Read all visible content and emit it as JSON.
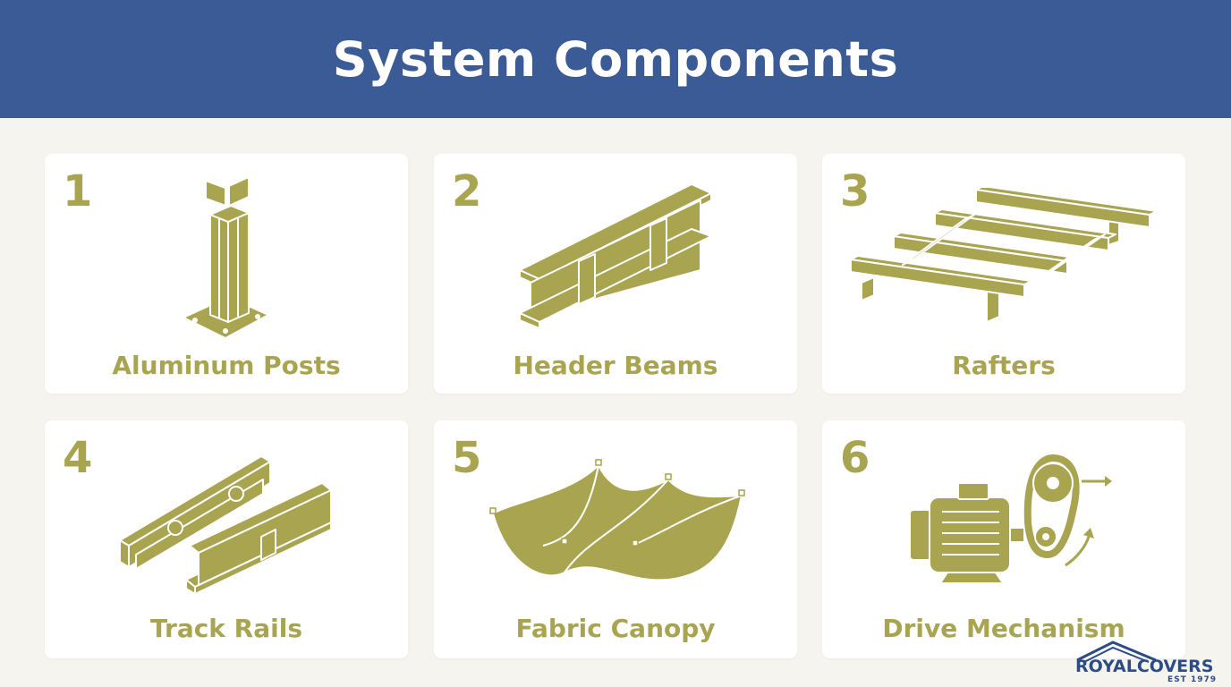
{
  "header": {
    "title": "System Components"
  },
  "components": [
    {
      "number": "1",
      "label": "Aluminum Posts",
      "icon": "aluminum-post-icon"
    },
    {
      "number": "2",
      "label": "Header Beams",
      "icon": "header-beam-icon"
    },
    {
      "number": "3",
      "label": "Rafters",
      "icon": "rafters-icon"
    },
    {
      "number": "4",
      "label": "Track Rails",
      "icon": "track-rails-icon"
    },
    {
      "number": "5",
      "label": "Fabric Canopy",
      "icon": "fabric-canopy-icon"
    },
    {
      "number": "6",
      "label": "Drive Mechanism",
      "icon": "drive-mechanism-icon"
    }
  ],
  "logo": {
    "brand_royal": "ROYAL",
    "brand_covers": "COVERS",
    "est": "EST 1979"
  },
  "colors": {
    "header_bg": "#3b5b96",
    "accent_olive": "#a8a44f",
    "page_bg": "#f5f4ef",
    "logo_blue": "#2d4c86"
  }
}
